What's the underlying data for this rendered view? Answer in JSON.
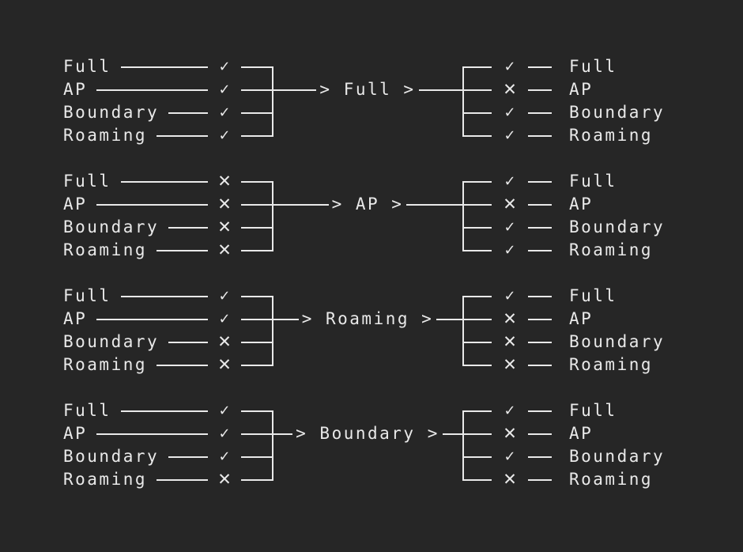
{
  "theme": {
    "background": "#262626",
    "ink": "#e9e9e9"
  },
  "glyphs": {
    "check": "✓",
    "cross": "✕",
    "arrow": ">"
  },
  "groups": [
    {
      "mode": "Full",
      "node_text": "> Full >",
      "left": [
        {
          "label": "Full",
          "mark": "✓"
        },
        {
          "label": "AP",
          "mark": "✓"
        },
        {
          "label": "Boundary",
          "mark": "✓"
        },
        {
          "label": "Roaming",
          "mark": "✓"
        }
      ],
      "right": [
        {
          "label": "Full",
          "mark": "✓"
        },
        {
          "label": "AP",
          "mark": "✕"
        },
        {
          "label": "Boundary",
          "mark": "✓"
        },
        {
          "label": "Roaming",
          "mark": "✓"
        }
      ]
    },
    {
      "mode": "AP",
      "node_text": "> AP >",
      "left": [
        {
          "label": "Full",
          "mark": "✕"
        },
        {
          "label": "AP",
          "mark": "✕"
        },
        {
          "label": "Boundary",
          "mark": "✕"
        },
        {
          "label": "Roaming",
          "mark": "✕"
        }
      ],
      "right": [
        {
          "label": "Full",
          "mark": "✓"
        },
        {
          "label": "AP",
          "mark": "✕"
        },
        {
          "label": "Boundary",
          "mark": "✓"
        },
        {
          "label": "Roaming",
          "mark": "✓"
        }
      ]
    },
    {
      "mode": "Roaming",
      "node_text": "> Roaming >",
      "left": [
        {
          "label": "Full",
          "mark": "✓"
        },
        {
          "label": "AP",
          "mark": "✓"
        },
        {
          "label": "Boundary",
          "mark": "✕"
        },
        {
          "label": "Roaming",
          "mark": "✕"
        }
      ],
      "right": [
        {
          "label": "Full",
          "mark": "✓"
        },
        {
          "label": "AP",
          "mark": "✕"
        },
        {
          "label": "Boundary",
          "mark": "✕"
        },
        {
          "label": "Roaming",
          "mark": "✕"
        }
      ]
    },
    {
      "mode": "Boundary",
      "node_text": "> Boundary >",
      "left": [
        {
          "label": "Full",
          "mark": "✓"
        },
        {
          "label": "AP",
          "mark": "✓"
        },
        {
          "label": "Boundary",
          "mark": "✓"
        },
        {
          "label": "Roaming",
          "mark": "✕"
        }
      ],
      "right": [
        {
          "label": "Full",
          "mark": "✓"
        },
        {
          "label": "AP",
          "mark": "✕"
        },
        {
          "label": "Boundary",
          "mark": "✓"
        },
        {
          "label": "Roaming",
          "mark": "✕"
        }
      ]
    }
  ]
}
